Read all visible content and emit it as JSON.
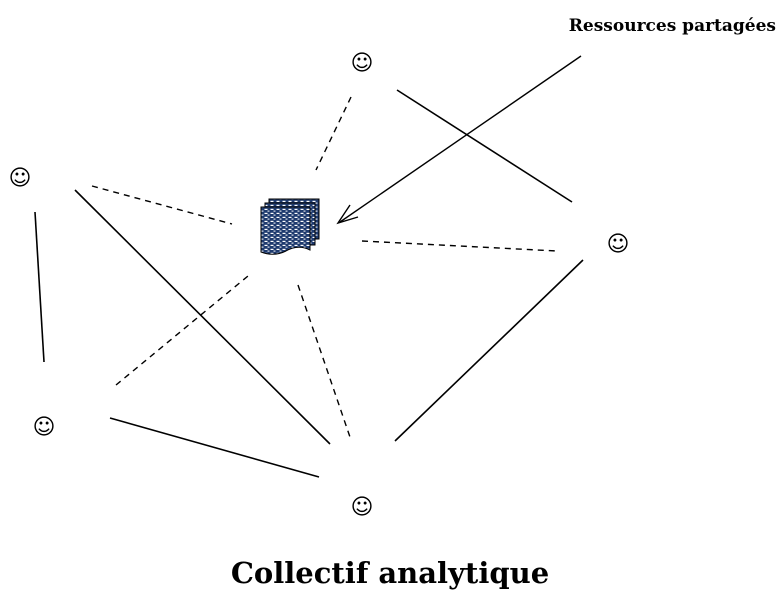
{
  "diagram": {
    "resource_label": "Ressources partagées",
    "caption": "Collectif analytique",
    "member_glyph": "☺",
    "member_icon": "smiley-face-icon",
    "resource_icon": "stacked-documents-icon",
    "colors": {
      "line": "#000000",
      "resource_fill": "#1e3a6e",
      "resource_pattern": "#ffffff"
    },
    "members": [
      {
        "id": "member-top"
      },
      {
        "id": "member-left"
      },
      {
        "id": "member-right"
      },
      {
        "id": "member-bottom-left"
      },
      {
        "id": "member-bottom"
      }
    ],
    "links": [
      {
        "from": "member-top",
        "to": "shared-resource",
        "style": "dashed"
      },
      {
        "from": "member-left",
        "to": "shared-resource",
        "style": "dashed"
      },
      {
        "from": "member-right",
        "to": "shared-resource",
        "style": "dashed"
      },
      {
        "from": "member-bottom-left",
        "to": "shared-resource",
        "style": "dashed"
      },
      {
        "from": "member-bottom",
        "to": "shared-resource",
        "style": "dashed"
      },
      {
        "from": "member-top",
        "to": "member-right",
        "style": "solid"
      },
      {
        "from": "member-left",
        "to": "member-bottom-left",
        "style": "solid"
      },
      {
        "from": "member-left",
        "to": "member-bottom",
        "style": "solid"
      },
      {
        "from": "member-bottom-left",
        "to": "member-bottom",
        "style": "solid"
      },
      {
        "from": "member-right",
        "to": "member-bottom",
        "style": "solid"
      },
      {
        "from": "resource-label",
        "to": "shared-resource",
        "style": "arrow"
      }
    ]
  }
}
